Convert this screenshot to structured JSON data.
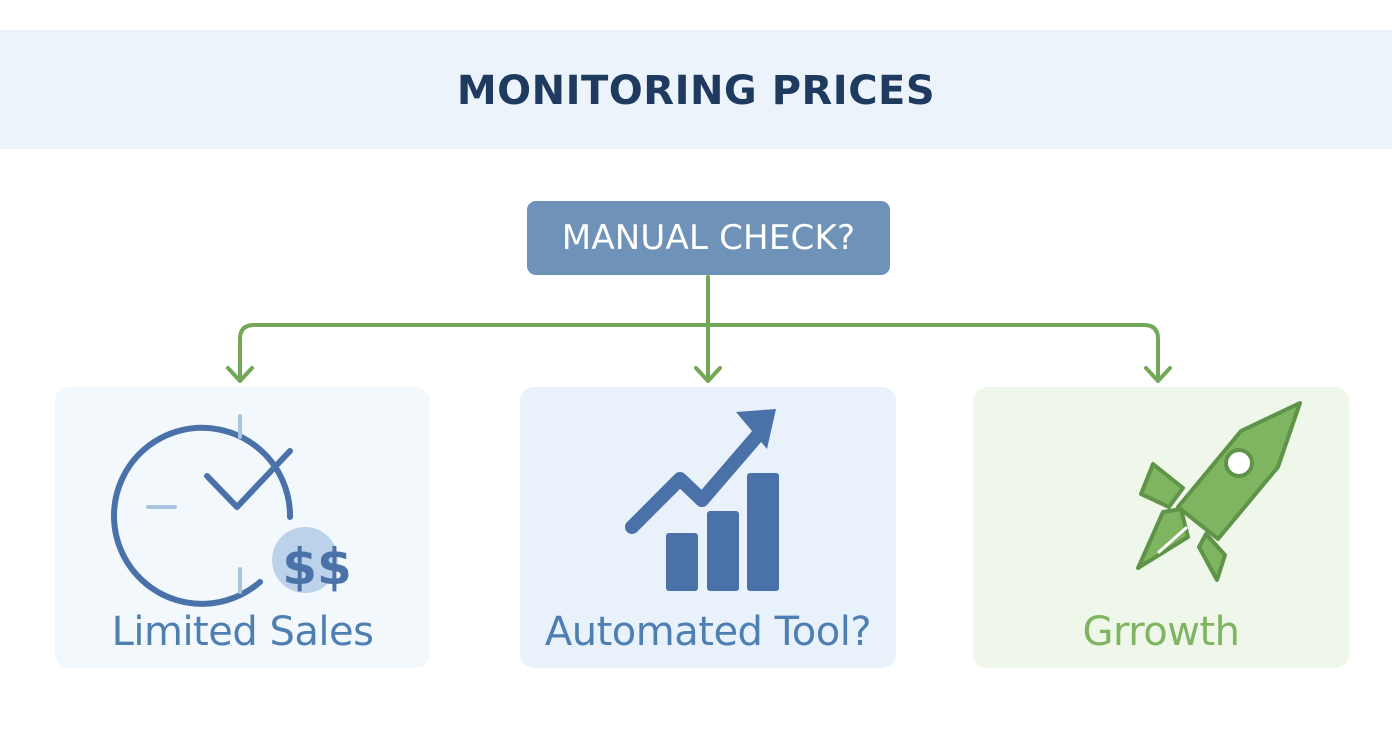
{
  "title": "MONITORING PRICES",
  "decision": {
    "label": "MANUAL CHECK?"
  },
  "outcomes": [
    {
      "label": "Limited Sales",
      "icon": "clock-dollar-icon",
      "dollar_text": "$$"
    },
    {
      "label": "Automated Tool?",
      "icon": "growth-chart-icon"
    },
    {
      "label": "Grrowth",
      "icon": "rocket-icon"
    }
  ],
  "colors": {
    "title": "#1f3a5f",
    "banner_bg": "#edf3fb",
    "decision_bg": "#6f92b9",
    "connector": "#72a857",
    "icon_blue": "#4a72a8",
    "icon_green": "#7fb460"
  }
}
